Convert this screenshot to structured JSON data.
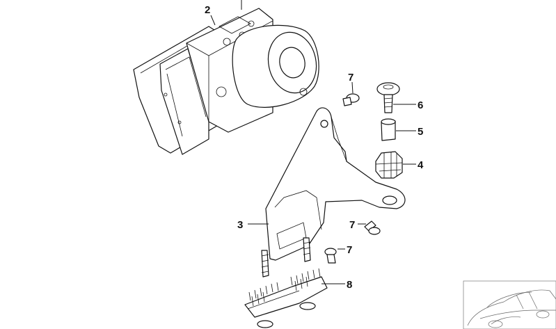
{
  "labels": {
    "p2": "2",
    "p3": "3",
    "p4": "4",
    "p5": "5",
    "p6": "6",
    "p7a": "7",
    "p7b": "7",
    "p7c": "7",
    "p8": "8"
  }
}
